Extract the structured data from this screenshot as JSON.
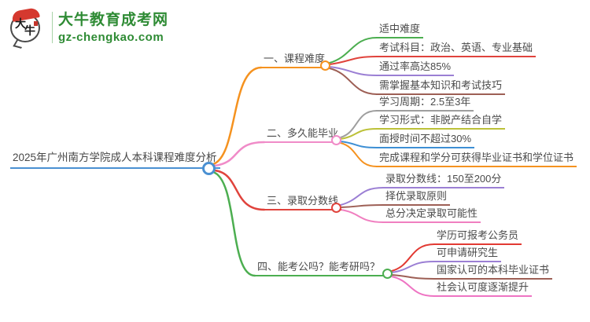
{
  "logo": {
    "icon_chars": {
      "c1": "大",
      "c2": "牛"
    },
    "title": "大牛教育成考网",
    "subtitle": "gz-chengkao.com",
    "brand_color": "#2e8b34"
  },
  "diagram_type": "mindmap",
  "root": {
    "label": "2025年广州南方学院成人本科课程难度分析",
    "color": "#4a90d2"
  },
  "branches": [
    {
      "label": "一、课程难度",
      "color": "#f5921f",
      "children": [
        {
          "text": "适中难度",
          "color": "#4cae50"
        },
        {
          "text": "考试科目：政治、英语、专业基础",
          "color": "#e0433c"
        },
        {
          "text": "通过率高达85%",
          "color": "#9b7fd4"
        },
        {
          "text": "需掌握基本知识和考试技巧",
          "color": "#9d5f55"
        }
      ]
    },
    {
      "label": "二、多久能毕业",
      "color": "#f08bc8",
      "children": [
        {
          "text": "学习周期：2.5至3年",
          "color": "#9e9e9e"
        },
        {
          "text": "学习形式：非脱产结合自学",
          "color": "#bcc138"
        },
        {
          "text": "面授时间不超过30%",
          "color": "#3d8fd4"
        },
        {
          "text": "完成课程和学分可获得毕业证书和学位证书",
          "color": "#f5921f"
        }
      ]
    },
    {
      "label": "三、录取分数线",
      "color": "#e0433c",
      "children": [
        {
          "text": "录取分数线：150至200分",
          "color": "#9b7fd4"
        },
        {
          "text": "择优录取原则",
          "color": "#9d5f55"
        },
        {
          "text": "总分决定录取可能性",
          "color": "#f07fc0"
        }
      ]
    },
    {
      "label": "四、能考公吗？能考研吗？",
      "color": "#4cae50",
      "children": [
        {
          "text": "学历可报考公务员",
          "color": "#e23a33"
        },
        {
          "text": "可申请研究生",
          "color": "#9b7fd4"
        },
        {
          "text": "国家认可的本科毕业证书",
          "color": "#9d5f55"
        },
        {
          "text": "社会认可度逐渐提升",
          "color": "#ee74c3"
        }
      ]
    }
  ]
}
